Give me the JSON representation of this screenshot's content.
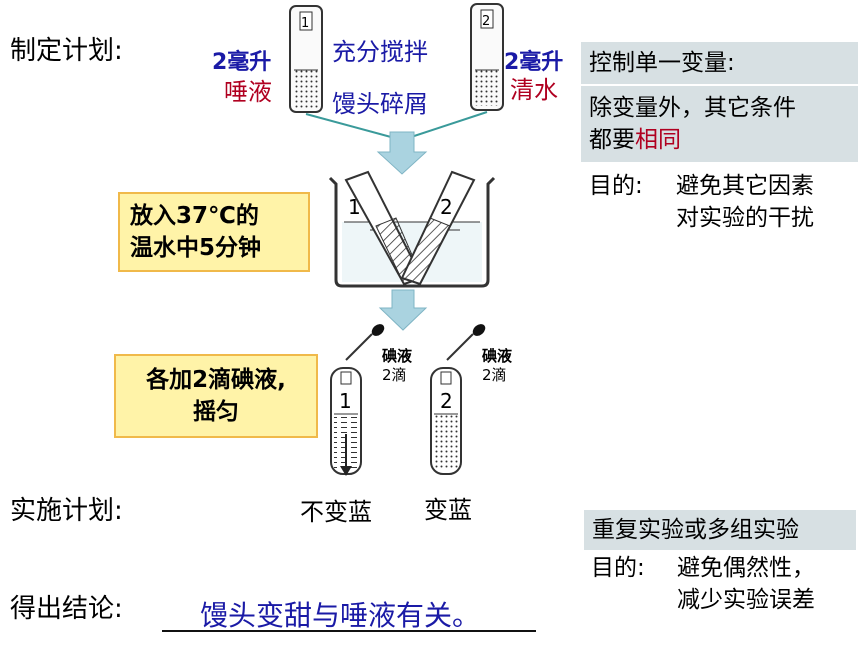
{
  "left": {
    "plan": "制定计划:",
    "implement": "实施计划:",
    "conclude": "得出结论:"
  },
  "setup": {
    "left_volume": "2毫升",
    "left_liquid": "唾液",
    "right_volume": "2毫升",
    "right_liquid": "清水",
    "mix": "充分搅拌",
    "crumbs": "馒头碎屑",
    "tube1": "1",
    "tube2": "2"
  },
  "steps": {
    "warm_line1": "放入37℃的",
    "warm_line2": "温水中5分钟",
    "iodine_line1": "各加2滴碘液,",
    "iodine_line2": "摇匀",
    "drop_label_line1": "碘液",
    "drop_label_line2": "2滴"
  },
  "results": {
    "tube1": "不变蓝",
    "tube2": "变蓝"
  },
  "conclusion": "馒头变甜与唾液有关。",
  "control": {
    "title": "控制单一变量:",
    "line1": "除变量外，其它条件",
    "line2_prefix": "都要",
    "line2_highlight": "相同",
    "purpose_label": "目的:",
    "purpose_line1": "避免其它因素",
    "purpose_line2": "对实验的干扰"
  },
  "repeat": {
    "title": "重复实验或多组实验",
    "purpose_label": "目的:",
    "purpose_line1": "避免偶然性，",
    "purpose_line2": "减少实验误差"
  },
  "colors": {
    "blue_text": "#1a1aa6",
    "red_text": "#b00020",
    "gray_box": "#d7e0e3",
    "yellow_box": "#fff3a8",
    "yellow_border": "#f0b94a",
    "arrow_fill": "#aad3e0"
  }
}
